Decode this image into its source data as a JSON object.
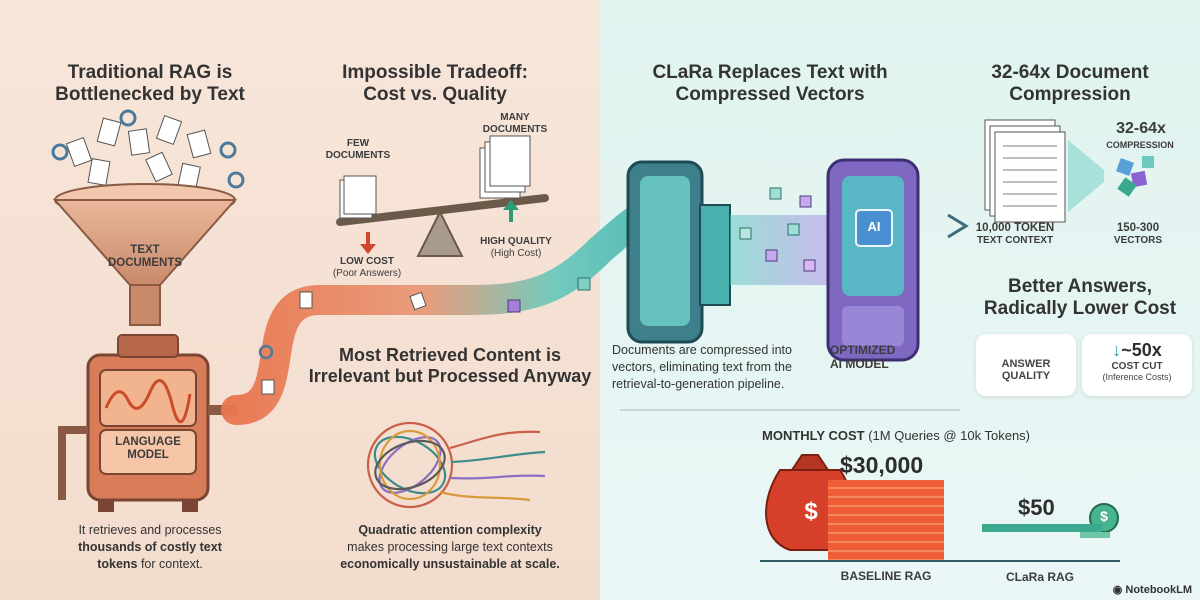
{
  "sections": {
    "traditional": {
      "title_line1": "Traditional RAG is",
      "title_line2": "Bottlenecked by Text"
    },
    "tradeoff": {
      "title_line1": "Impossible Tradeoff:",
      "title_line2": "Cost vs. Quality"
    },
    "clara": {
      "title_line1": "CLaRa Replaces Text with",
      "title_line2": "Compressed Vectors"
    },
    "compression": {
      "title_line1": "32-64x Document",
      "title_line2": "Compression"
    },
    "irrelevant": {
      "title_line1": "Most Retrieved Content is",
      "title_line2": "Irrelevant but Processed Anyway"
    },
    "better": {
      "title_line1": "Better Answers,",
      "title_line2": "Radically Lower Cost"
    }
  },
  "labels": {
    "funnel": [
      "TEXT",
      "DOCUMENTS"
    ],
    "machine": [
      "LANGUAGE",
      "MODEL"
    ],
    "few_docs": [
      "FEW",
      "DOCUMENTS"
    ],
    "many_docs": [
      "MANY",
      "DOCUMENTS"
    ],
    "low_cost": "LOW COST",
    "low_cost_sub": "(Poor Answers)",
    "high_quality": "HIGH QUALITY",
    "high_quality_sub": "(High Cost)",
    "compression_badge": "32-64x",
    "compression_word": "COMPRESSION",
    "token_ctx": [
      "10,000 TOKEN",
      "TEXT CONTEXT"
    ],
    "vectors": [
      "150-300",
      "VECTORS"
    ],
    "optimized": [
      "OPTIMIZED",
      "AI MODEL"
    ],
    "ai_chip": "AI"
  },
  "captions": {
    "left_1": "It retrieves and processes",
    "left_2": "thousands of costly text",
    "left_3": "tokens",
    "left_3b": " for context.",
    "mid_1": "Quadratic attention complexity",
    "mid_2": "makes processing large text contexts",
    "mid_3": "economically unsustainable at scale.",
    "clara_1": "Documents are compressed into",
    "clara_2": "vectors, eliminating text from the",
    "clara_3": "retrieval-to-generation pipeline."
  },
  "cards": {
    "answer": [
      "ANSWER",
      "QUALITY"
    ],
    "cost_value": "~50x",
    "cost_label": "COST CUT",
    "cost_sub": "(Inference Costs)"
  },
  "cost_chart": {
    "title": "MONTHLY COST",
    "title_sub": "(1M Queries @ 10k Tokens)",
    "baseline_value": "$30,000",
    "clara_value": "$50",
    "baseline_label": "BASELINE RAG",
    "clara_label": "CLaRa RAG",
    "currency_symbol": "$"
  },
  "branding": {
    "name": "NotebookLM"
  },
  "colors": {
    "accent_orange": "#f05c36",
    "accent_teal": "#3aa98f",
    "accent_purple": "#8a63d2"
  }
}
